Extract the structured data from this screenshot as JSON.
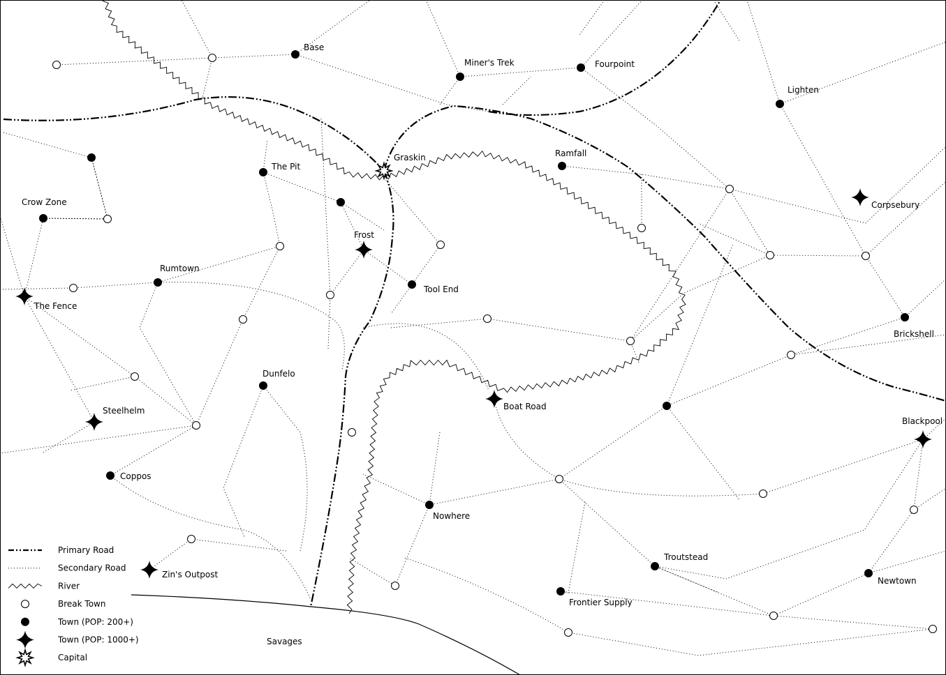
{
  "legend": [
    {
      "id": "primary",
      "label": "Primary Road"
    },
    {
      "id": "secondary",
      "label": "Secondary Road"
    },
    {
      "id": "river",
      "label": "River"
    },
    {
      "id": "break",
      "label": "Break Town"
    },
    {
      "id": "town",
      "label": "Town (POP: 200+)"
    },
    {
      "id": "major",
      "label": "Town (POP: 1000+)"
    },
    {
      "id": "capital",
      "label": "Capital"
    }
  ],
  "region_label": "Savages",
  "towns": [
    {
      "id": "graskin",
      "name": "Graskin",
      "type": "capital"
    },
    {
      "id": "corpsebury",
      "name": "Corpsebury",
      "type": "major"
    },
    {
      "id": "thefence",
      "name": "The Fence",
      "type": "major"
    },
    {
      "id": "steelhelm",
      "name": "Steelhelm",
      "type": "major"
    },
    {
      "id": "frost",
      "name": "Frost",
      "type": "major"
    },
    {
      "id": "boatroad",
      "name": "Boat Road",
      "type": "major"
    },
    {
      "id": "blackpool",
      "name": "Blackpool",
      "type": "major"
    },
    {
      "id": "zins",
      "name": "Zin's Outpost",
      "type": "major"
    },
    {
      "id": "base",
      "name": "Base",
      "type": "town"
    },
    {
      "id": "minerstrek",
      "name": "Miner's Trek",
      "type": "town"
    },
    {
      "id": "fourpoint",
      "name": "Fourpoint",
      "type": "town"
    },
    {
      "id": "lighten",
      "name": "Lighten",
      "type": "town"
    },
    {
      "id": "ramfall",
      "name": "Ramfall",
      "type": "town"
    },
    {
      "id": "thepit",
      "name": "The Pit",
      "type": "town"
    },
    {
      "id": "crowzone",
      "name": "Crow Zone",
      "type": "town"
    },
    {
      "id": "rumtown",
      "name": "Rumtown",
      "type": "town"
    },
    {
      "id": "toolend",
      "name": "Tool End",
      "type": "town"
    },
    {
      "id": "dunfelo",
      "name": "Dunfelo",
      "type": "town"
    },
    {
      "id": "coppos",
      "name": "Coppos",
      "type": "town"
    },
    {
      "id": "nowhere",
      "name": "Nowhere",
      "type": "town"
    },
    {
      "id": "brickshell",
      "name": "Brickshell",
      "type": "town"
    },
    {
      "id": "troutstead",
      "name": "Troutstead",
      "type": "town"
    },
    {
      "id": "frontier",
      "name": "Frontier Supply",
      "type": "town"
    },
    {
      "id": "newtown",
      "name": "Newtown",
      "type": "town"
    },
    {
      "id": "t1",
      "name": "",
      "type": "town"
    },
    {
      "id": "t2",
      "name": "",
      "type": "town"
    },
    {
      "id": "t3",
      "name": "",
      "type": "town"
    }
  ]
}
